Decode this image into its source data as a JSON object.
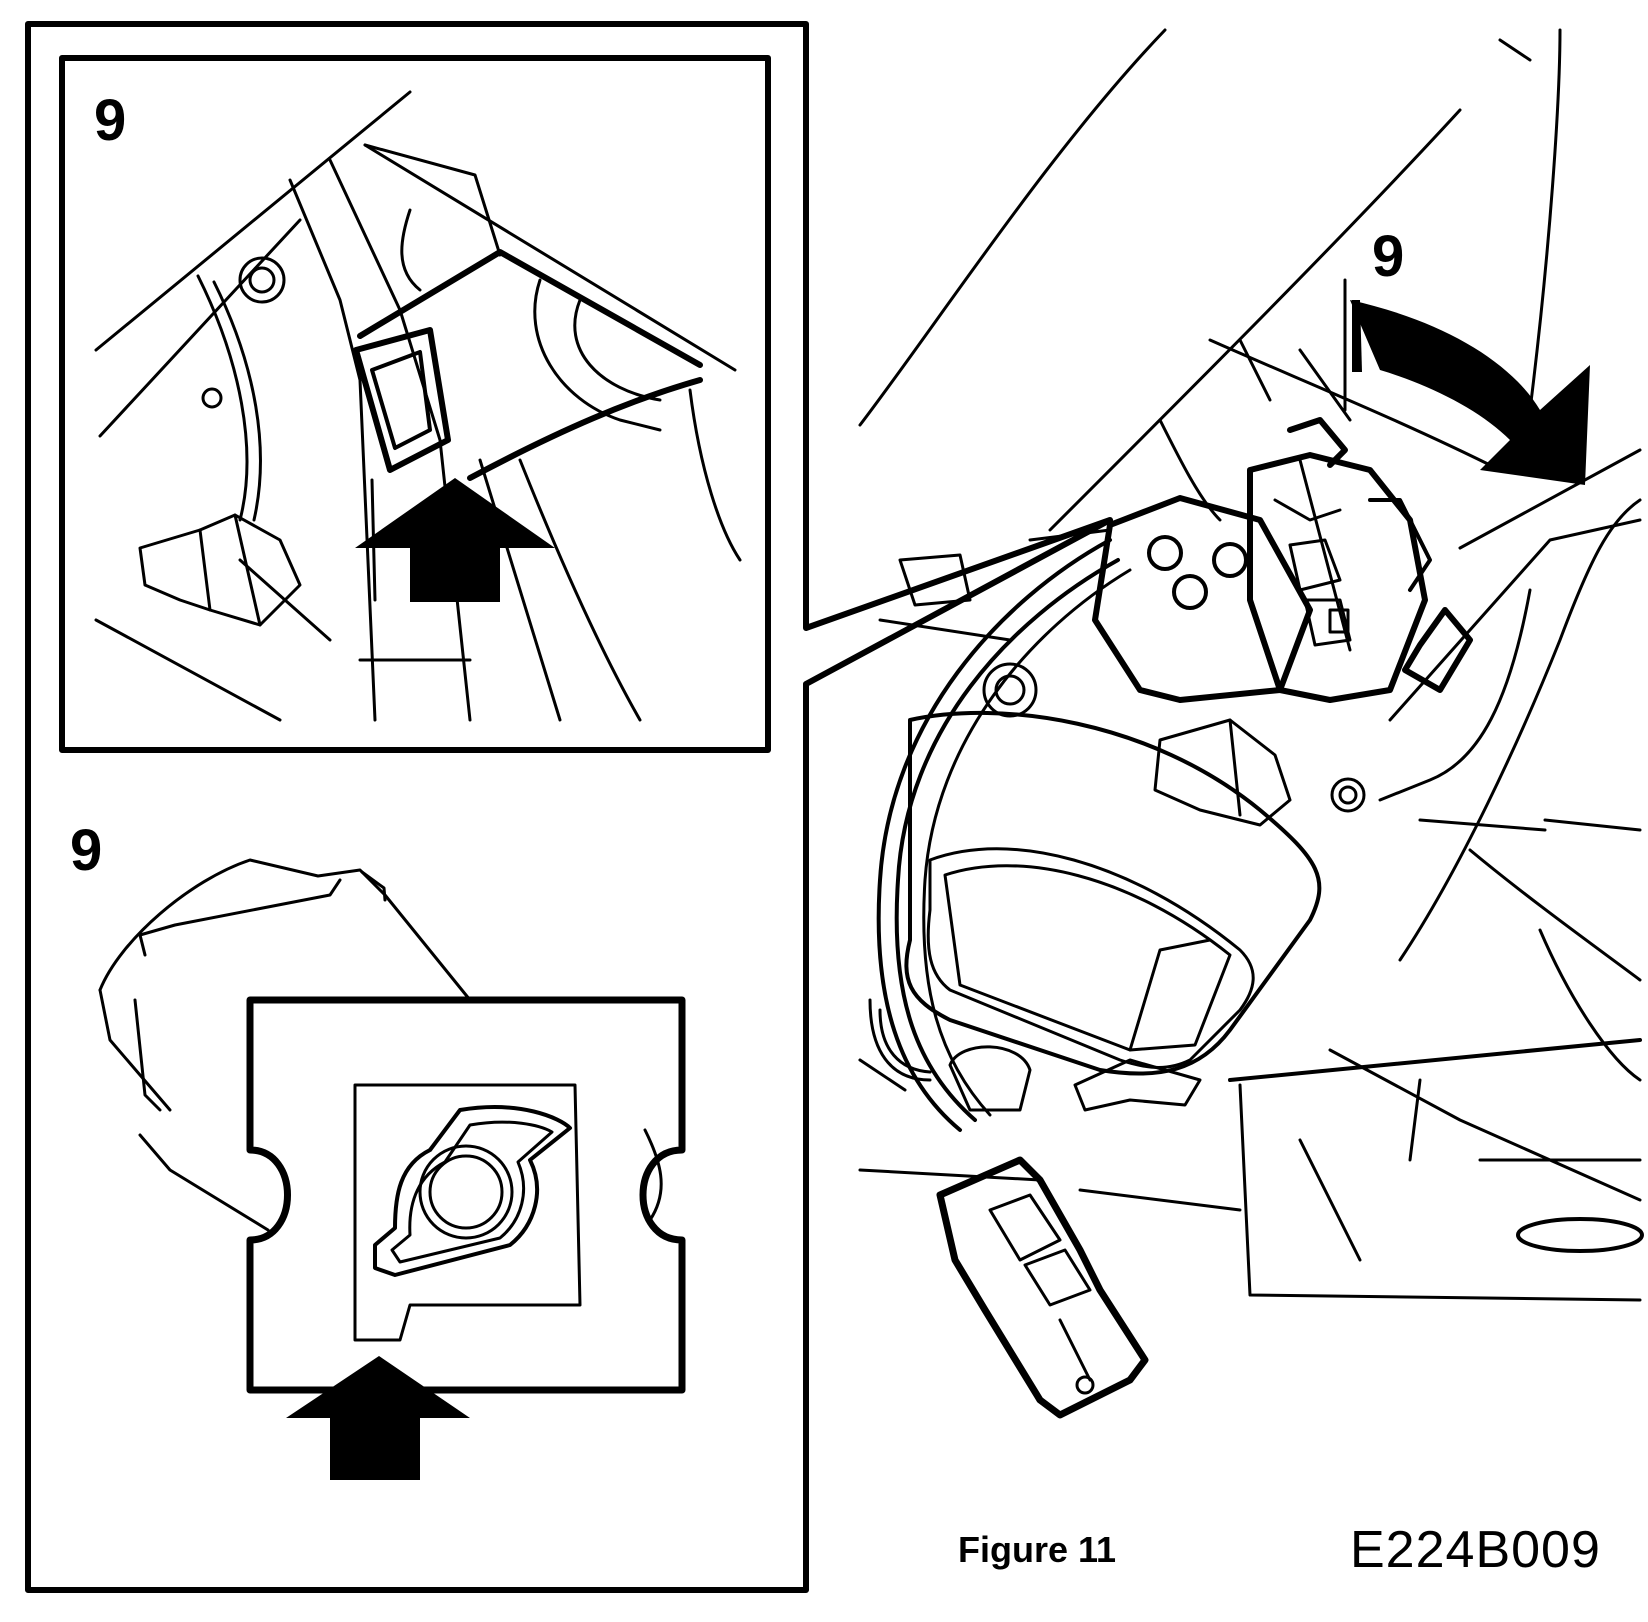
{
  "callouts": {
    "inset_top": "9",
    "inset_bottom": "9",
    "main": "9"
  },
  "caption": "Figure 11",
  "drawing_code": "E224B009",
  "colors": {
    "ink": "#000000",
    "paper": "#ffffff"
  },
  "icons": [
    "arrow-up-icon",
    "curved-arrow-icon"
  ]
}
